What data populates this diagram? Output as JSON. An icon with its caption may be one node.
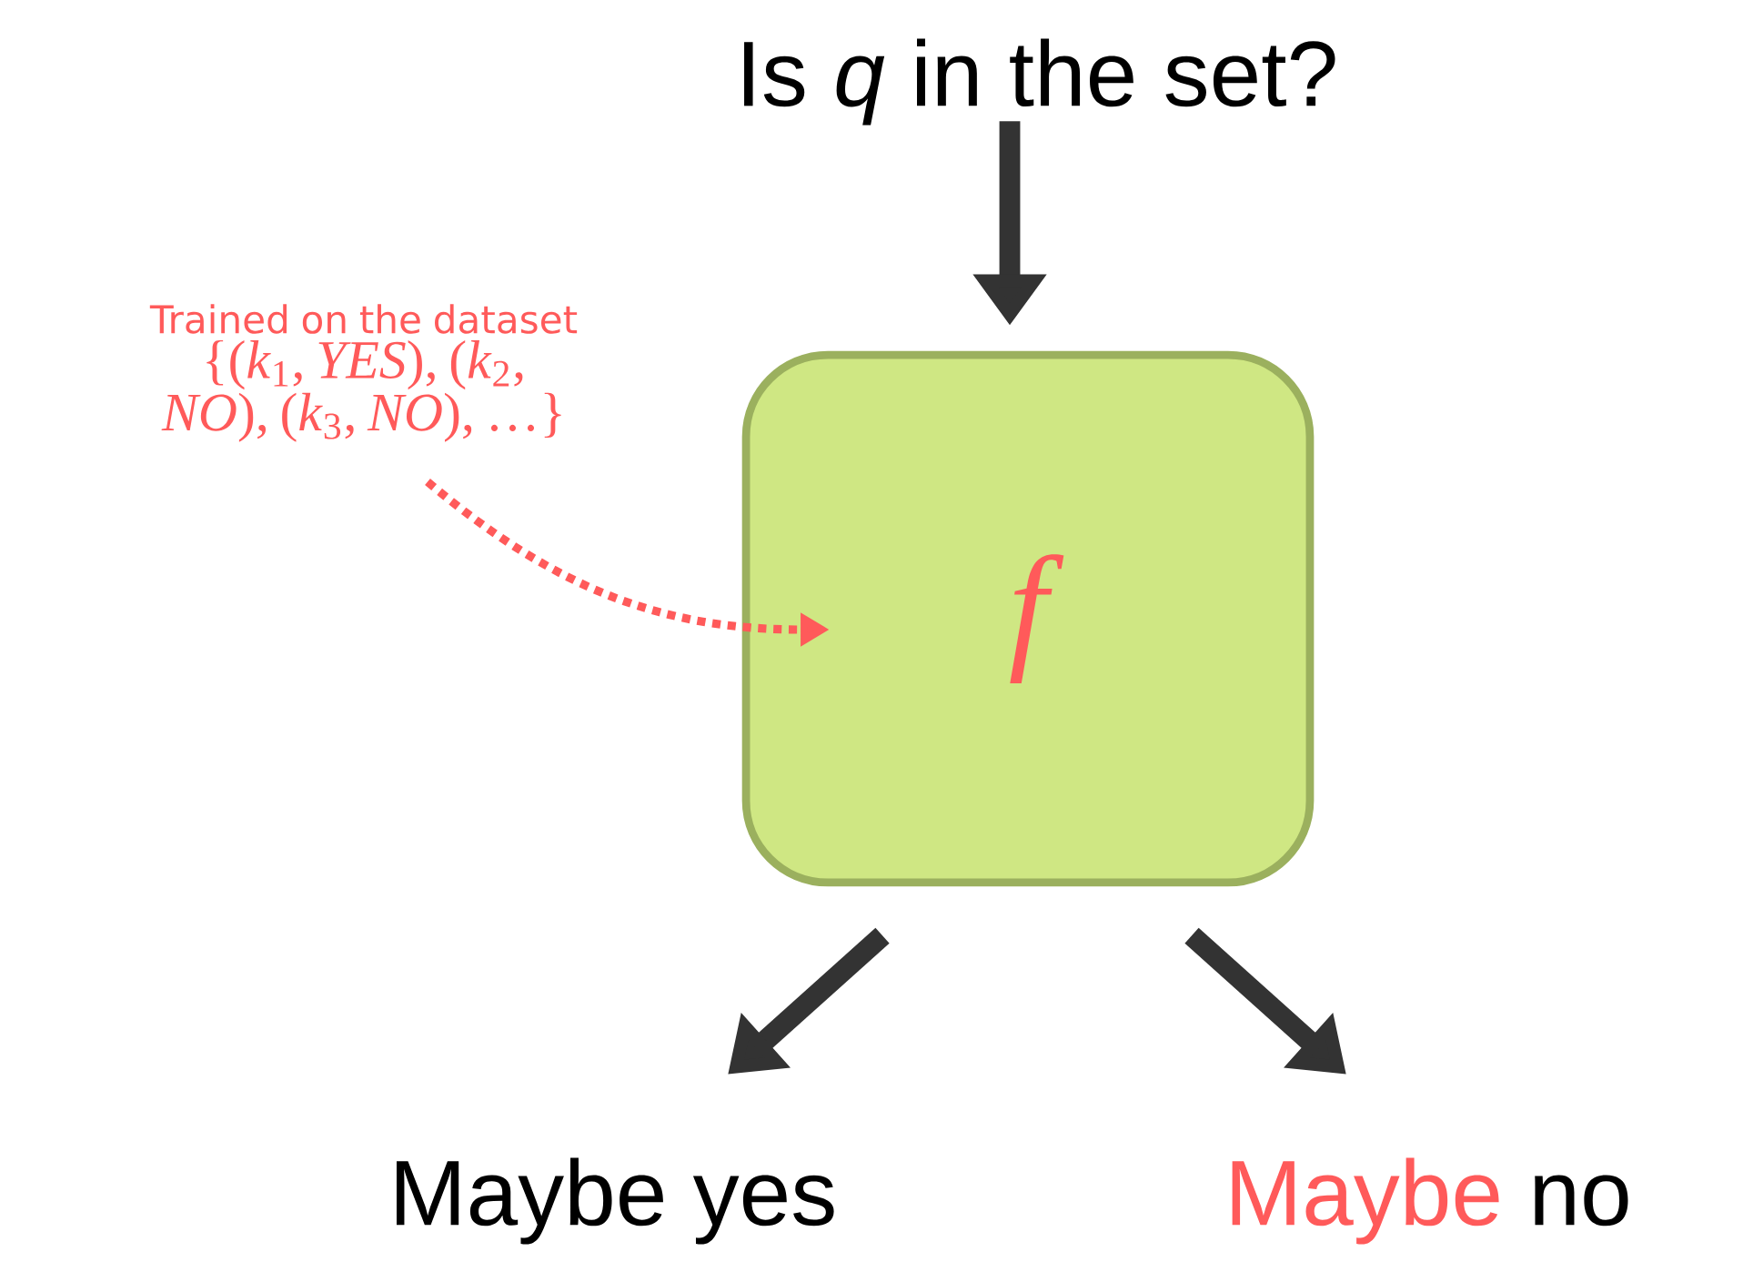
{
  "diagram": {
    "nodes": [
      {
        "text": [
          "Is *q* in the set?"
        ]
      },
      {
        "text": [
          "Trained on the dataset",
          "{(*k*$_{1}$, *YES*), (*k*$_{2}$, *NO*), (*k*$_{3}$, *NO*), …}"
        ]
      },
      {
        "text": [
          "f"
        ]
      },
      {
        "text": [
          "Maybe yes"
        ]
      },
      {
        "text": [
          "Maybe",
          "no"
        ]
      }
    ],
    "edges": [
      {
        "from": 0,
        "to": 2,
        "arrow": "to"
      },
      {
        "from": 1,
        "to": 2,
        "arrow": "to",
        "style": "dashed",
        "color": "#ff5a5a"
      },
      {
        "from": 2,
        "to": 3,
        "arrow": "to"
      },
      {
        "from": 2,
        "to": 4,
        "arrow": "to"
      }
    ]
  }
}
